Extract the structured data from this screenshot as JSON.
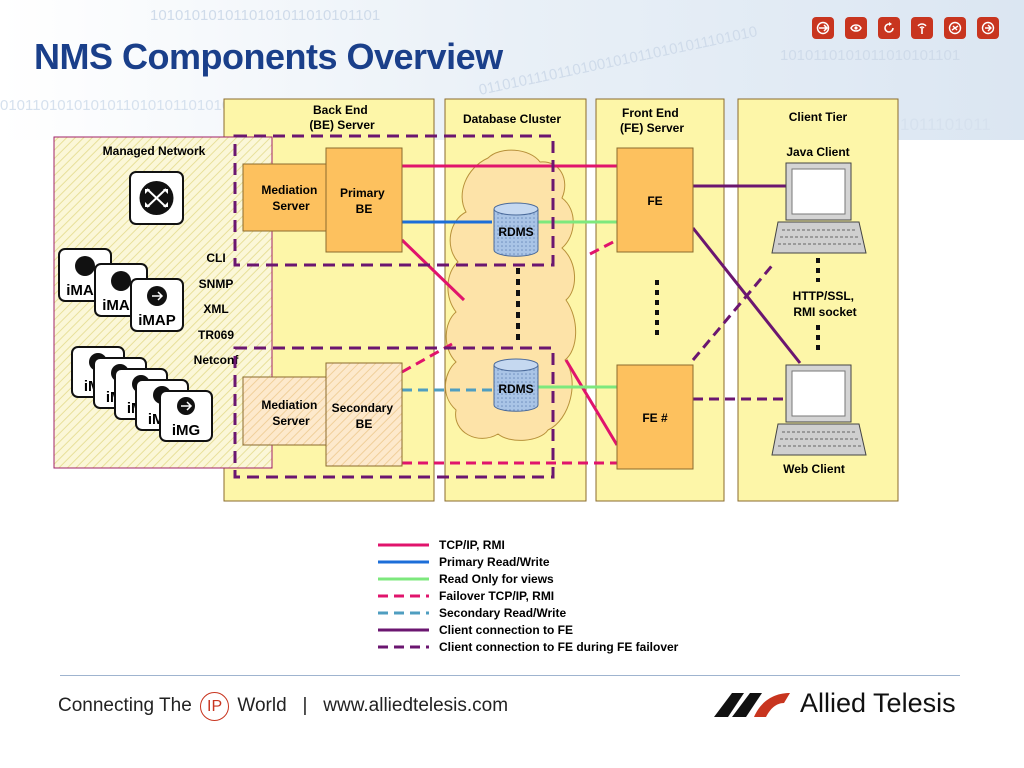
{
  "slide": {
    "title": "NMS Components Overview",
    "header_icons": [
      "share-icon",
      "wrench-icon",
      "refresh-icon",
      "antenna-icon",
      "satellite-icon",
      "arrows-icon"
    ],
    "footer": {
      "tagline_pre": "Connecting The",
      "tagline_ip": "IP",
      "tagline_post": "World",
      "separator": "|",
      "website": "www.alliedtelesis.com",
      "logo_text": "Allied Telesis"
    }
  },
  "diagram": {
    "columns": {
      "backend": "Back End|(BE) Server",
      "database": "Database Cluster",
      "frontend": "Front End|(FE) Server",
      "client": "Client Tier"
    },
    "managed_network": {
      "label": "Managed Network",
      "device_imap": "iMAP",
      "device_img": "iMG",
      "protocols": [
        "CLI",
        "SNMP",
        "XML",
        "TR069",
        "Netconf"
      ]
    },
    "nodes": {
      "mediation_primary": "Mediation|Server",
      "primary_be": "Primary|BE",
      "mediation_secondary": "Mediation|Server",
      "secondary_be": "Secondary|BE",
      "rdms_top": "RDMS",
      "rdms_bottom": "RDMS",
      "fe": "FE",
      "fe_hash": "FE #",
      "java_client": "Java Client",
      "web_client": "Web Client",
      "client_protocol": "HTTP/SSL,|RMI socket"
    },
    "legend": [
      {
        "label": "TCP/IP, RMI",
        "color": "#e0146c",
        "dash": "solid"
      },
      {
        "label": "Primary Read/Write",
        "color": "#1c6ed8",
        "dash": "solid"
      },
      {
        "label": "Read Only for views",
        "color": "#7de87d",
        "dash": "solid"
      },
      {
        "label": "Failover TCP/IP, RMI",
        "color": "#e0146c",
        "dash": "dashed"
      },
      {
        "label": "Secondary Read/Write",
        "color": "#4f9ec0",
        "dash": "dashed"
      },
      {
        "label": "Client connection to FE",
        "color": "#6b1670",
        "dash": "solid"
      },
      {
        "label": "Client connection to FE during FE failover",
        "color": "#6b1670",
        "dash": "dashed"
      }
    ],
    "colors": {
      "column_fill": "#fdf6a8",
      "box_fill": "#fdc15e",
      "box_stroke": "#8a6b2e",
      "dashed_group": "#6b1670",
      "cloud_fill": "#fde3a8",
      "title": "#1a3f8a",
      "accent": "#c8351f"
    }
  }
}
